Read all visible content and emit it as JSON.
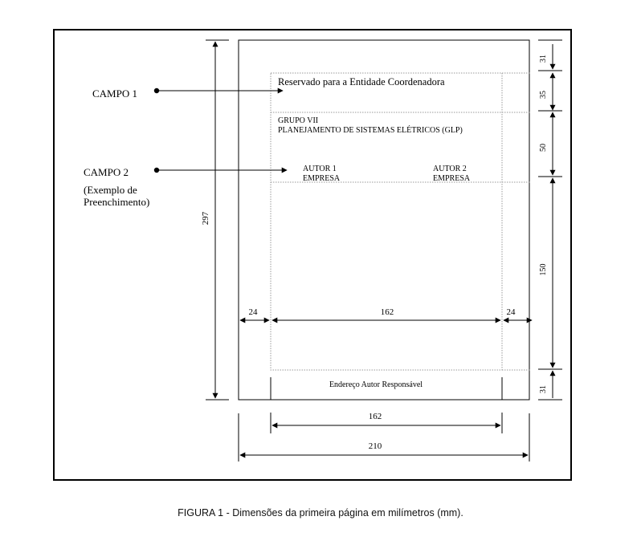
{
  "labels": {
    "campo1": "CAMPO 1",
    "campo2": "CAMPO 2",
    "campo2_note_1": "(Exemplo de",
    "campo2_note_2": "Preenchimento)",
    "reserved": "Reservado para a Entidade Coordenadora",
    "group_line_1": "GRUPO VII",
    "group_line_2": "PLANEJAMENTO DE SISTEMAS ELÉTRICOS (GLP)",
    "autor1": "AUTOR 1",
    "empresa1": "EMPRESA",
    "autor2": "AUTOR 2",
    "empresa2": "EMPRESA",
    "address": "Endereço Autor Responsável"
  },
  "dimensions": {
    "height_total": "297",
    "margin_top": "31",
    "reserved_height": "35",
    "authors_height": "50",
    "body_height": "150",
    "margin_bottom": "31",
    "margin_left": "24",
    "inner_width": "162",
    "margin_right": "24",
    "content_width": "162",
    "page_width": "210"
  },
  "caption": "FIGURA 1 - Dimensões da primeira página em milímetros (mm)."
}
